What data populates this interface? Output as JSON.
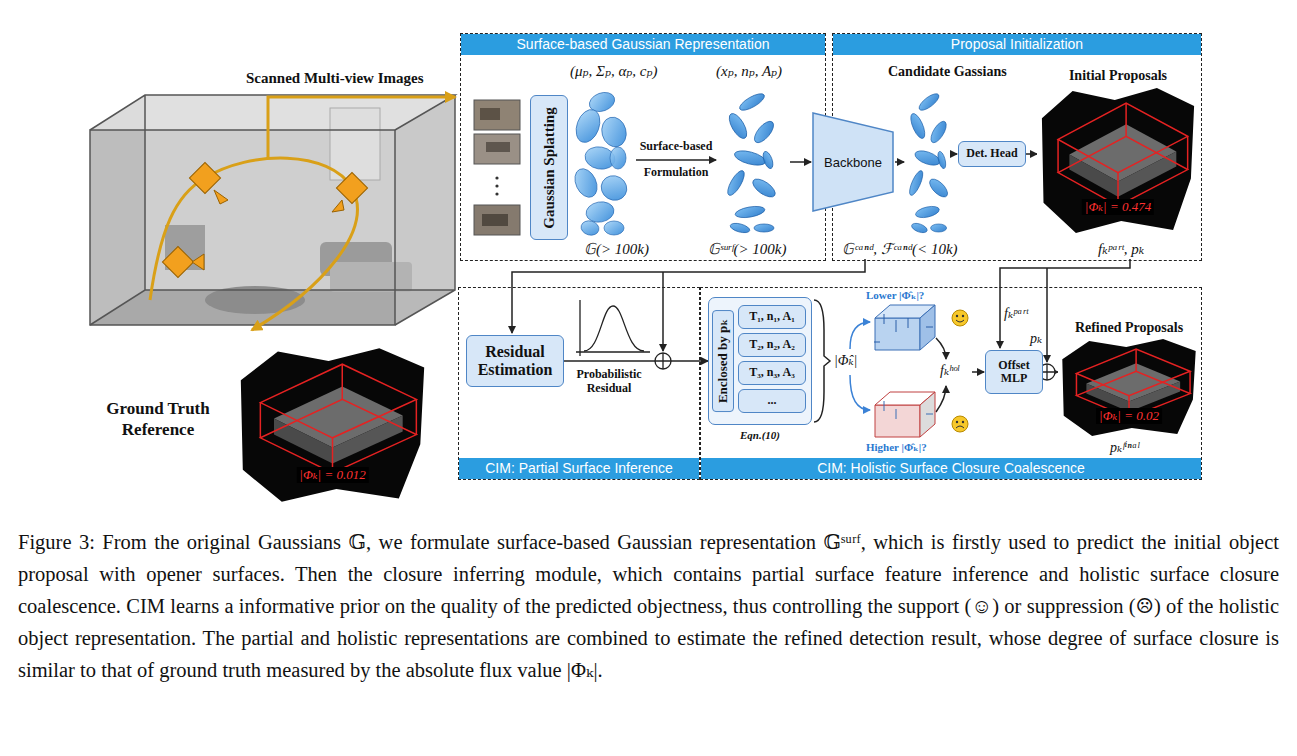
{
  "diagram": {
    "caption": "Figure 3: From the original Gaussians 𝔾, we formulate surface-based Gaussian representation 𝔾ˢᵘʳᶠ, which is firstly used to predict the initial object proposal with opener surfaces. Then the closure inferring module, which contains partial surface feature inference and holistic surface closure coalescence. CIM learns a informative prior on the quality of the predicted objectness, thus controlling the support (☺) or suppression (☹) of the holistic object representation. The partial and holistic representations are combined to estimate the refined detection result, whose degree of surface closure is similar to that of ground truth measured by the absolute flux value |Φₖ|.",
    "nodes": [
      {
        "text": [
          "Surface-based Gaussian Representation"
        ]
      },
      {
        "text": [
          "Gaussian Splatting"
        ],
        "in": 0
      },
      {
        "text": [
          "Backbone"
        ]
      },
      {
        "text": [
          "Proposal Initialization"
        ]
      },
      {
        "text": [
          "Det. Head"
        ],
        "in": 3
      },
      {
        "text": [
          "Initial Proposals",
          "|Φₖ| = 0.474"
        ],
        "in": 3
      },
      {
        "text": [
          "CIM: Partial Surface Inference"
        ]
      },
      {
        "text": [
          "Residual Estimation"
        ],
        "in": 6
      },
      {
        "text": [
          "CIM: Holistic Surface Closure Coalescence"
        ]
      },
      {
        "text": [
          "Enclosed by pₖ"
        ],
        "in": 8
      },
      {
        "text": [
          "T₁, n₁, A₁"
        ],
        "in": 9
      },
      {
        "text": [
          "T₂, n₂, A₂"
        ],
        "in": 9
      },
      {
        "text": [
          "T₃, n₃, A₃"
        ],
        "in": 9
      },
      {
        "text": [
          "..."
        ],
        "in": 9
      },
      {
        "text": [
          "Offset MLP"
        ],
        "in": 8
      },
      {
        "text": [
          "Refined Proposals",
          "|Φₖ| = 0.02"
        ],
        "in": 8
      },
      {
        "text": [
          "|Φₖ| = 0.012"
        ]
      }
    ],
    "edges": [
      {
        "from": 4,
        "to": 5,
        "arrow": "to"
      },
      {
        "from": 7,
        "to": 9,
        "arrow": "to"
      },
      {
        "from": 14,
        "to": 15,
        "arrow": "to"
      }
    ],
    "labels": [
      "Scanned Multi-view Images",
      "(μₚ, Σₚ, αₚ, cₚ)",
      "(xₚ, nₚ, Aₚ)",
      "Surface-based",
      "Formulation",
      "𝔾(> 100k)",
      "𝔾ˢᵘʳᶠ(> 100k)",
      "Candidate Gassians",
      "𝔾ᶜᵃⁿᵈ, ℱᶜᵃⁿᵈ(< 10k)",
      "fₖᵖᵃʳᵗ, pₖ",
      "Probabilistic Residual",
      "Eqn.(10)",
      "|Φ̂ₖ|",
      "Lower |Φ̂ₖ|?",
      "Higher |Φ̂ₖ|?",
      "fₖʰᵒˡ",
      "fₖᵖᵃʳᵗ",
      "pₖ",
      "pₖᶠⁱⁿᵃˡ",
      "Ground Truth Reference"
    ]
  }
}
